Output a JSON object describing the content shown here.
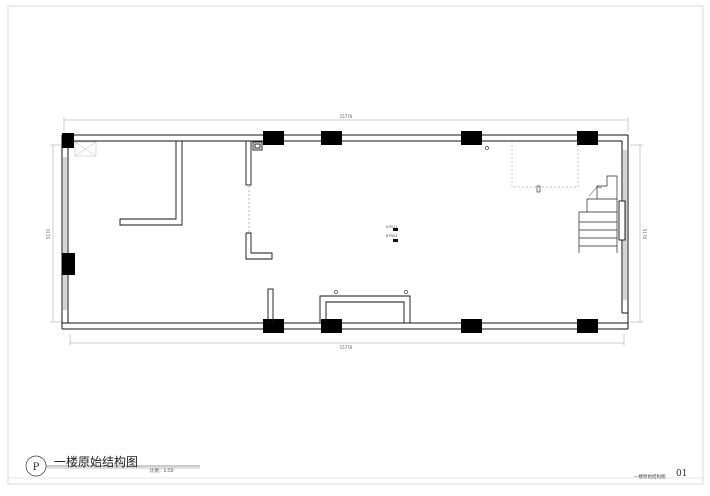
{
  "drawing": {
    "title": "一楼原始结构图",
    "scale": "比例：1:50",
    "symbol_letter": "P",
    "sheet_name": "一楼原始结构图",
    "sheet_number": "01"
  },
  "dimensions": {
    "top_overall": "15770",
    "bottom_overall": "15770",
    "left_height": "5170",
    "right_height": "5170"
  },
  "annotations": {
    "point_1_label": "A   PS11",
    "point_2_label": "B   PS04"
  }
}
